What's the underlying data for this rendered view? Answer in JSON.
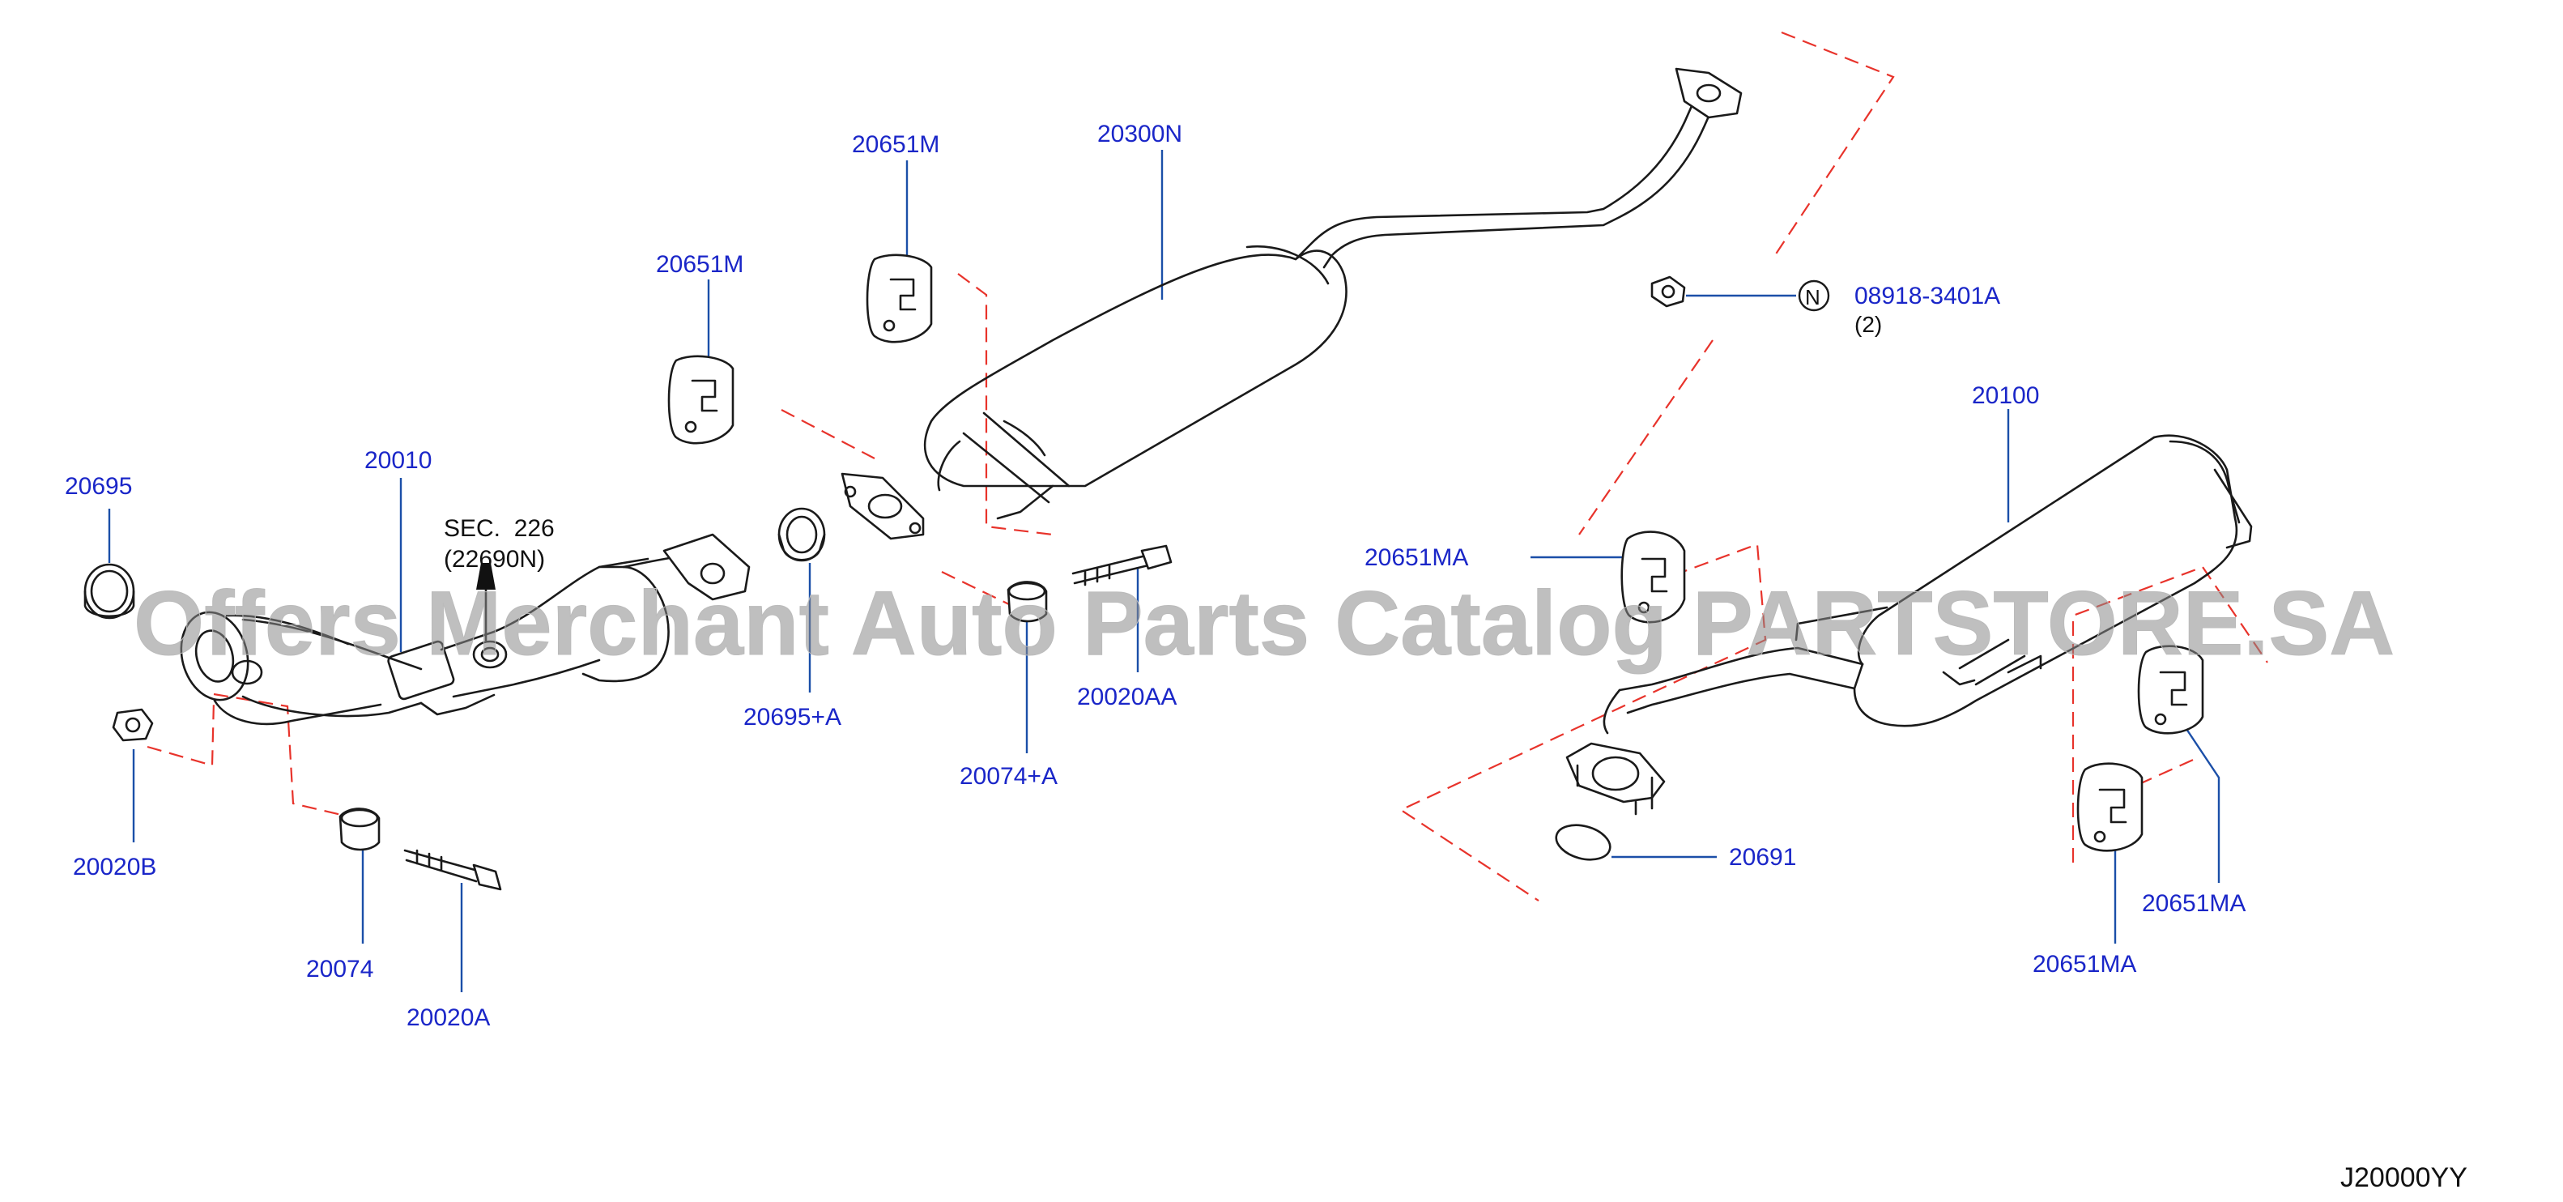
{
  "watermark": "Offers Merchant Auto Parts Catalog PARTSTORE.SA",
  "diagram_code": "J20000YY",
  "section_ref": {
    "line1": "SEC.  226",
    "line2": "(22690N)"
  },
  "nut_note": {
    "symbol": "N",
    "part": "08918-3401A",
    "qty": "(2)"
  },
  "labels": {
    "p20695": "20695",
    "p20010": "20010",
    "p20020B": "20020B",
    "p20074": "20074",
    "p20020A": "20020A",
    "p20651M_a": "20651M",
    "p20651M_b": "20651M",
    "p20300N": "20300N",
    "p20695A": "20695+A",
    "p20074A": "20074+A",
    "p20020AA": "20020AA",
    "p20100": "20100",
    "p20651MA_a": "20651MA",
    "p20651MA_b": "20651MA",
    "p20651MA_c": "20651MA",
    "p20691": "20691"
  },
  "colors": {
    "label": "#1a26c8",
    "leader": "#1b4fa8",
    "phantom": "#e8332b",
    "line": "#1a1a1a"
  }
}
